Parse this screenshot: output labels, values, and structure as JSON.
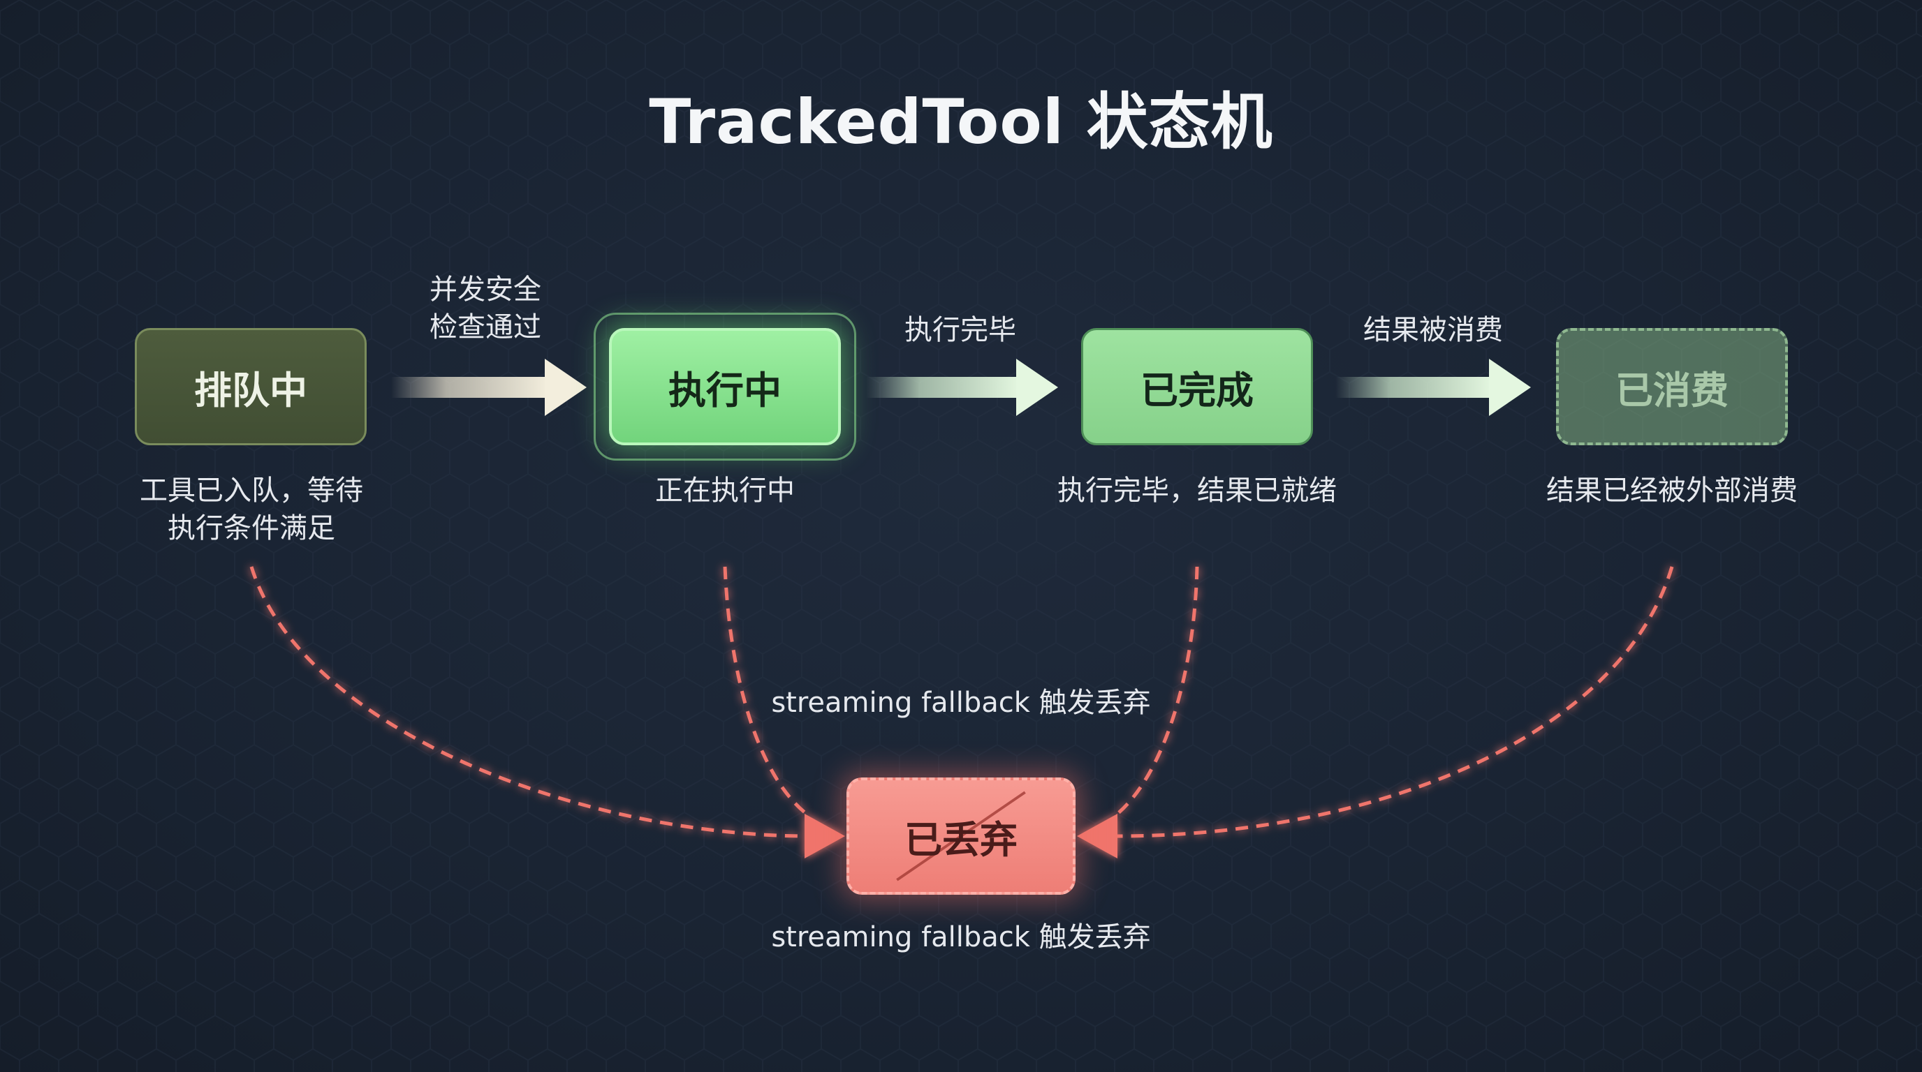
{
  "title": "TrackedTool 状态机",
  "states": {
    "queued": {
      "label": "排队中",
      "desc_line1": "工具已入队，等待",
      "desc_line2": "执行条件满足"
    },
    "running": {
      "label": "执行中",
      "desc": "正在执行中"
    },
    "done": {
      "label": "已完成",
      "desc": "执行完毕，结果已就绪"
    },
    "consumed": {
      "label": "已消费",
      "desc": "结果已经被外部消费"
    },
    "discarded": {
      "label": "已丢弃",
      "desc": "streaming fallback 触发丢弃"
    }
  },
  "transitions": {
    "queued_to_running_line1": "并发安全",
    "queued_to_running_line2": "检查通过",
    "running_to_done": "执行完毕",
    "done_to_consumed": "结果被消费",
    "to_discarded": "streaming fallback 触发丢弃"
  },
  "colors": {
    "background": "#1a2433",
    "accent_green": "#8fe39a",
    "accent_red": "#f0756c"
  }
}
